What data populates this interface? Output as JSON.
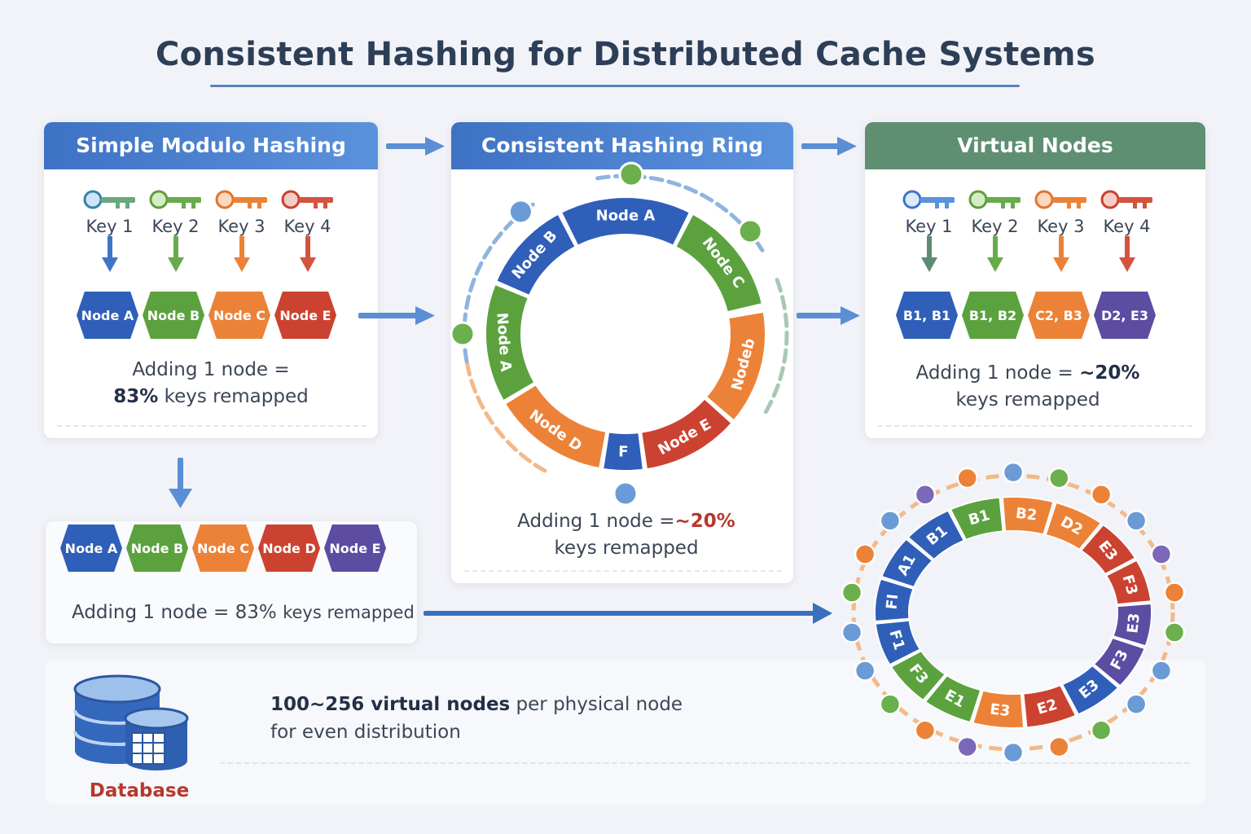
{
  "title": "Consistent Hashing for Distributed Cache Systems",
  "colors": {
    "blue": "#2f5fb8",
    "green": "#5ba23f",
    "orange": "#ec8238",
    "red": "#cc4231",
    "purple": "#5c4ca2"
  },
  "modulo": {
    "header": "Simple Modulo Hashing",
    "keys": [
      "Key 1",
      "Key 2",
      "Key 3",
      "Key 4"
    ],
    "nodes": [
      "Node A",
      "Node B",
      "Node C",
      "Node E"
    ],
    "note_line1": "Adding 1 node =",
    "note_percent": "83%",
    "note_rest": "keys remapped"
  },
  "ring": {
    "header": "Consistent Hashing Ring",
    "segments": [
      "Node A",
      "Node C",
      "Nodeb",
      "Node E",
      "F",
      "Node D",
      "Node A",
      "Node B"
    ],
    "note_prefix": "Adding 1 node =",
    "note_percent": "~20%",
    "note_line2": "keys remapped"
  },
  "virtual": {
    "header": "Virtual Nodes",
    "keys": [
      "Key 1",
      "Key 2",
      "Key 3",
      "Key 4"
    ],
    "nodes": [
      "B1, B1",
      "B1, B2",
      "C2, B3",
      "D2, E3"
    ],
    "note_prefix": "Adding 1 node =",
    "note_percent": "~20%",
    "note_line2": "keys remapped"
  },
  "modulo_after": {
    "nodes": [
      "Node A",
      "Node B",
      "Node C",
      "Node D",
      "Node E"
    ],
    "note_prefix": "Adding 1 node = 83%",
    "note_suffix": "keys remapped"
  },
  "vring": {
    "segments": [
      "B1",
      "B1",
      "B2",
      "D2",
      "E3",
      "F3",
      "E3",
      "F3",
      "E3",
      "E2",
      "E3",
      "E1",
      "F3",
      "F1",
      "FI",
      "A1"
    ]
  },
  "vnodes_info": {
    "bold": "100~256 virtual nodes",
    "rest": "per physical node",
    "line2": "for even distribution",
    "database_label": "Database"
  }
}
